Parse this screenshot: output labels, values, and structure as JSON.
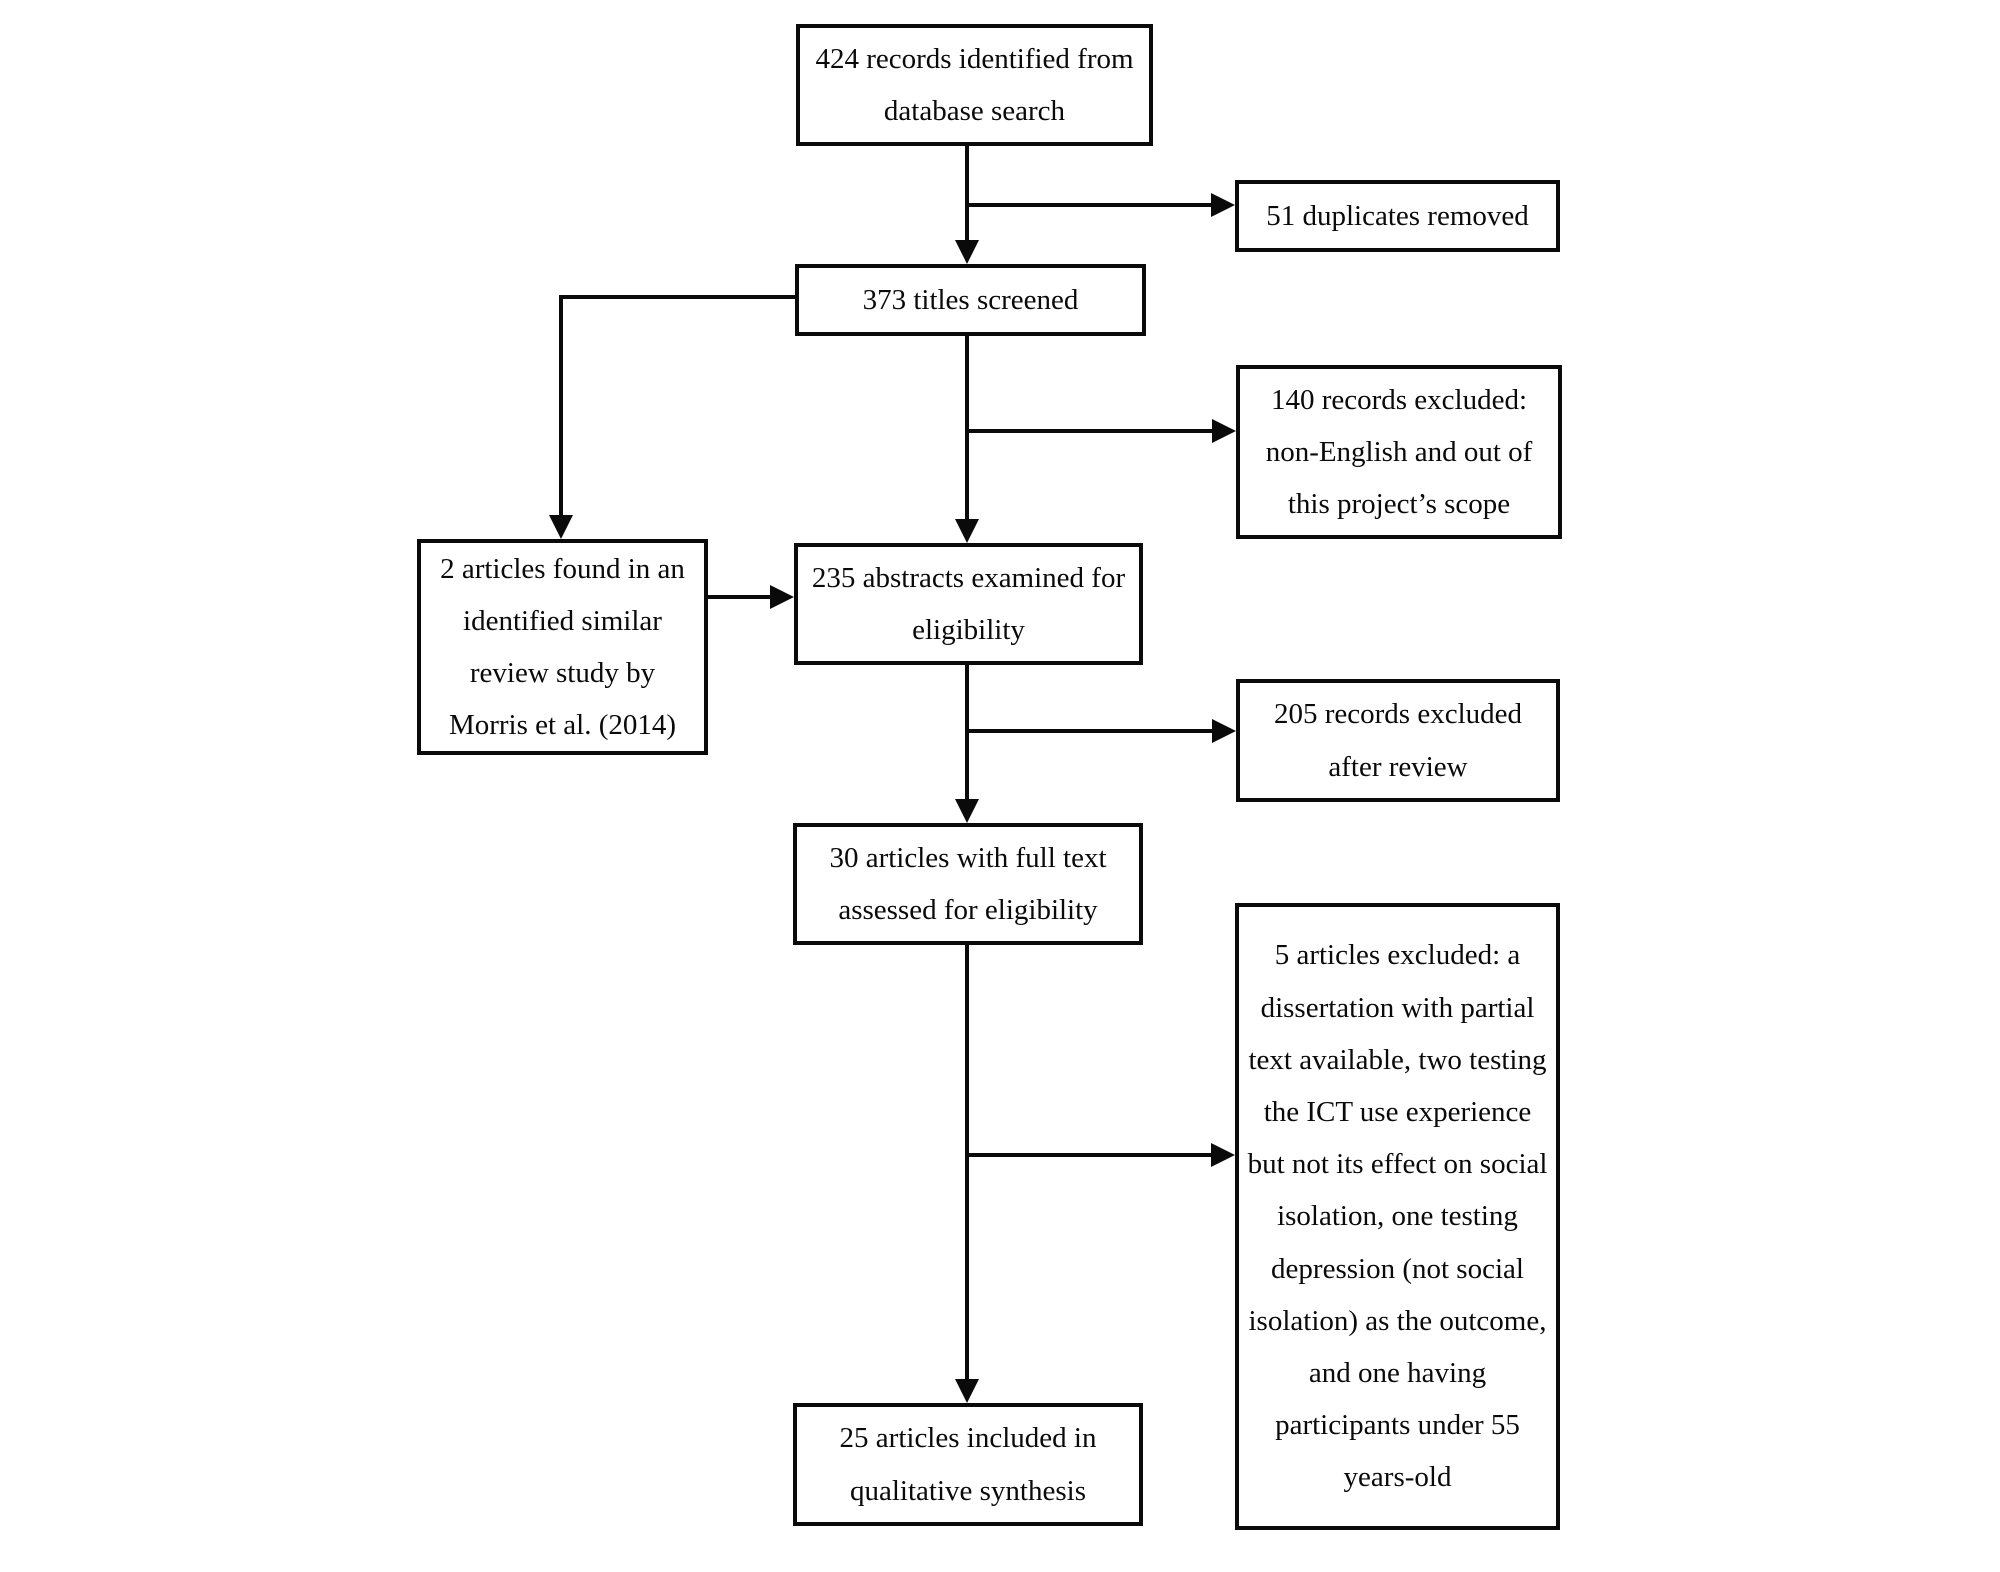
{
  "diagram": {
    "type": "flowchart",
    "nodes": [
      {
        "id": "records-identified",
        "label": "424 records identified from database search"
      },
      {
        "id": "duplicates-removed",
        "label": "51 duplicates removed"
      },
      {
        "id": "titles-screened",
        "label": "373 titles screened"
      },
      {
        "id": "records-excluded-scope",
        "label": "140 records excluded: non-English and out of this project’s scope"
      },
      {
        "id": "articles-similar-review",
        "label": "2 articles found in an identified similar review study by Morris et al. (2014)"
      },
      {
        "id": "abstracts-examined",
        "label": "235 abstracts examined for eligibility"
      },
      {
        "id": "records-excluded-review",
        "label": "205 records excluded after review"
      },
      {
        "id": "full-text-assessed",
        "label": "30 articles with full text assessed for eligibility"
      },
      {
        "id": "articles-excluded-detail",
        "label": "5 articles excluded: a dissertation with partial text available, two testing the ICT use experience but not its effect on social isolation, one testing depression (not social isolation) as the outcome, and one having participants under 55 years-old"
      },
      {
        "id": "articles-included",
        "label": "25 articles included in qualitative synthesis"
      }
    ],
    "edges": [
      {
        "from": "records-identified",
        "to": "titles-screened"
      },
      {
        "from": "records-identified",
        "to": "duplicates-removed"
      },
      {
        "from": "titles-screened",
        "to": "abstracts-examined"
      },
      {
        "from": "titles-screened",
        "to": "records-excluded-scope"
      },
      {
        "from": "titles-screened",
        "to": "articles-similar-review"
      },
      {
        "from": "articles-similar-review",
        "to": "abstracts-examined"
      },
      {
        "from": "abstracts-examined",
        "to": "full-text-assessed"
      },
      {
        "from": "abstracts-examined",
        "to": "records-excluded-review"
      },
      {
        "from": "full-text-assessed",
        "to": "articles-included"
      },
      {
        "from": "full-text-assessed",
        "to": "articles-excluded-detail"
      }
    ]
  },
  "colors": {
    "line": "#0a0a0a",
    "box_border": "#0a0a0a",
    "box_background": "#ffffff",
    "page_background": "#ffffff",
    "text": "#0a0a0a"
  }
}
